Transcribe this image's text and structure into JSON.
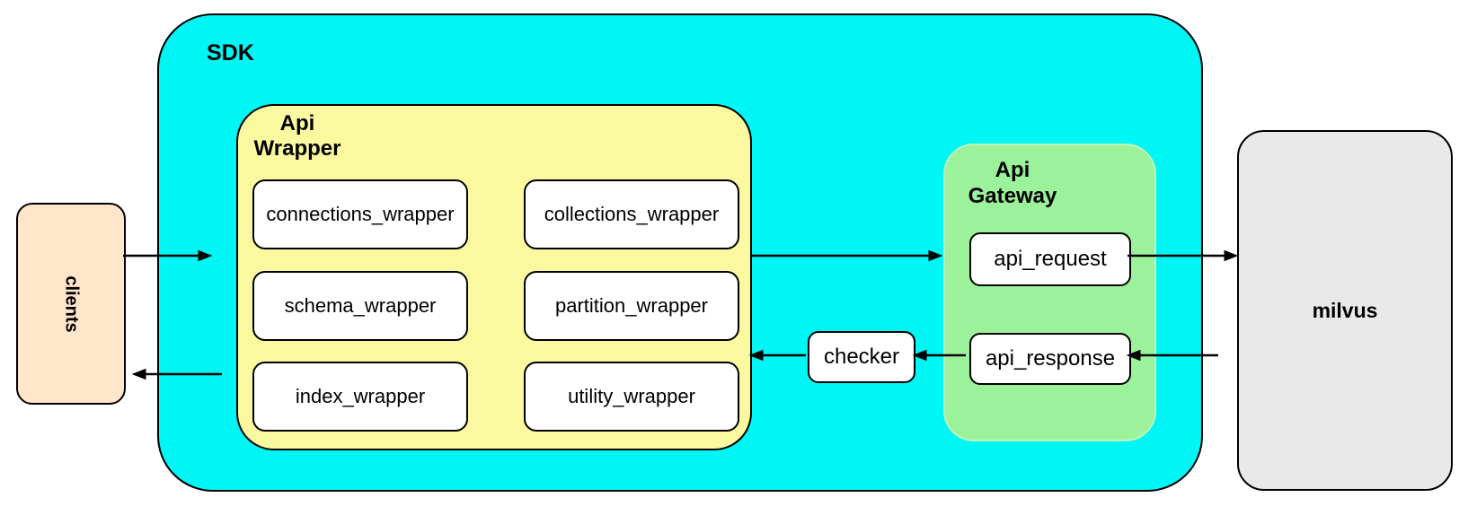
{
  "diagram": {
    "clients": {
      "label": "clients"
    },
    "sdk": {
      "label": "SDK",
      "api_wrapper": {
        "label": "Api\nWrapper",
        "boxes": [
          "connections_wrapper",
          "collections_wrapper",
          "schema_wrapper",
          "partition_wrapper",
          "index_wrapper",
          "utility_wrapper"
        ]
      },
      "checker": {
        "label": "checker"
      },
      "api_gateway": {
        "label": "Api\nGateway",
        "api_request": {
          "label": "api_request"
        },
        "api_response": {
          "label": "api_response"
        }
      }
    },
    "milvus": {
      "label": "milvus"
    },
    "colors": {
      "sdk_fill": "#00F5F5",
      "api_wrapper_fill": "#FAF9A0",
      "api_gateway_fill": "#9BF29B",
      "clients_fill": "#FFE5CA",
      "milvus_fill": "#E9E9E9",
      "node_fill": "#FFFFFF",
      "stroke": "#000000"
    }
  }
}
